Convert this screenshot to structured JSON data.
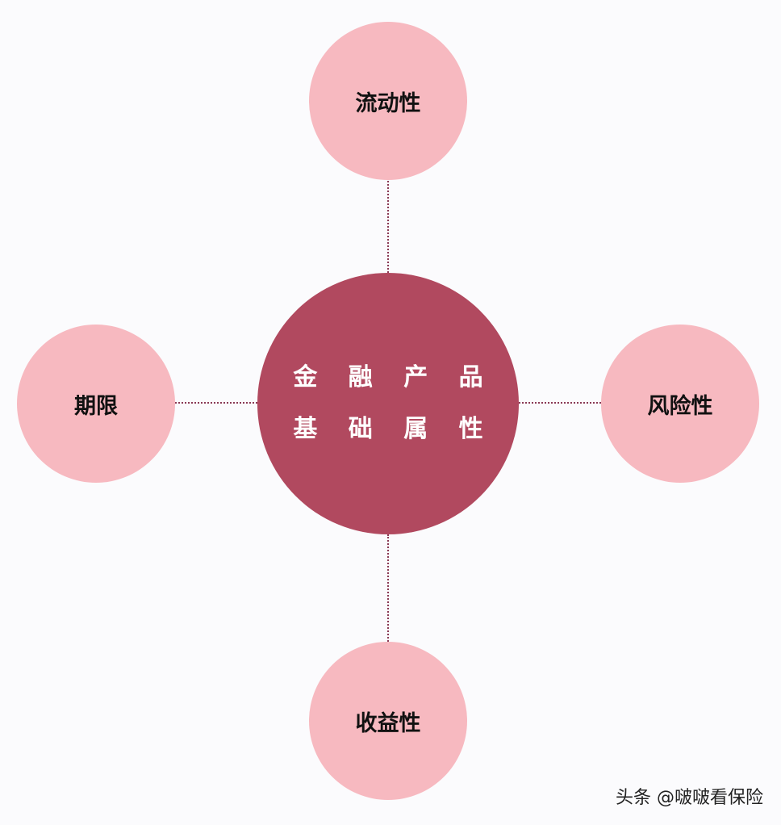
{
  "diagram": {
    "type": "hub-and-spoke",
    "center": {
      "line1": "金 融 产 品",
      "line2": "基 础 属 性",
      "color": "#b1495f"
    },
    "nodes": [
      {
        "position": "top",
        "label": "流动性"
      },
      {
        "position": "left",
        "label": "期限"
      },
      {
        "position": "right",
        "label": "风险性"
      },
      {
        "position": "bottom",
        "label": "收益性"
      }
    ],
    "node_color": "#f7b9c0",
    "connector_style": "dotted"
  },
  "watermark": "头条 @啵啵看保险"
}
